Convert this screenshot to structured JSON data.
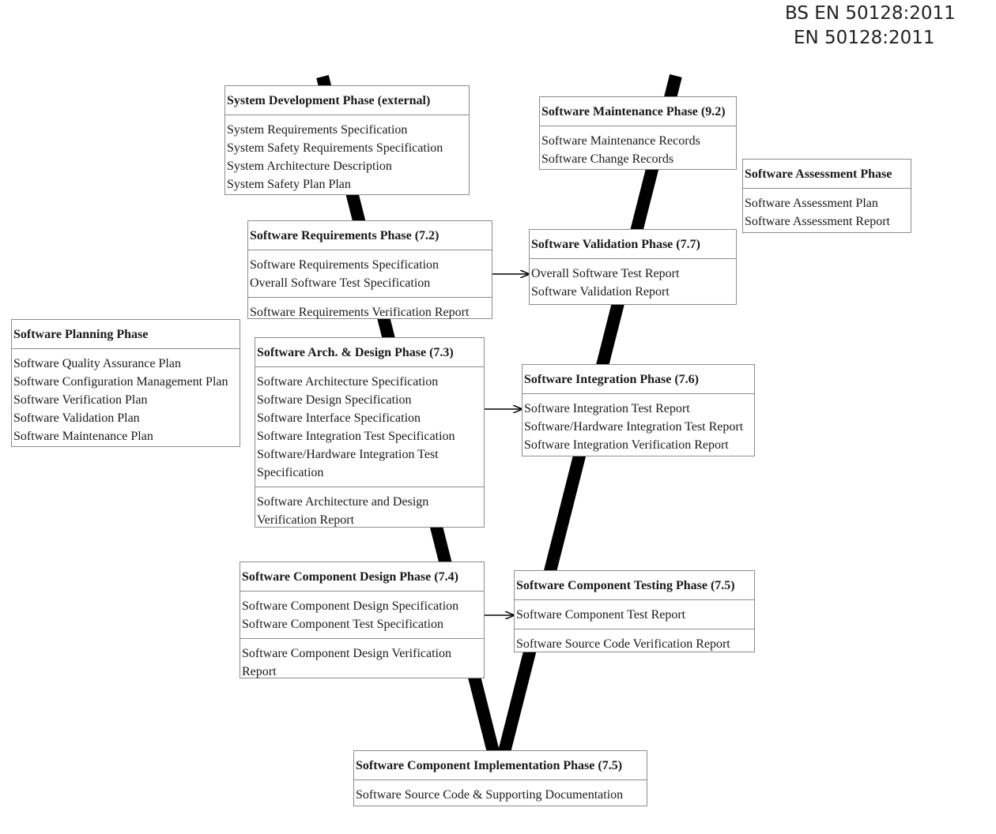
{
  "standard": {
    "line1": "BS EN 50128:2011",
    "line2": "EN 50128:2011"
  },
  "phases": {
    "system_development": {
      "title": "System Development Phase (external)",
      "sections": [
        [
          "System Requirements Specification",
          "System Safety Requirements Specification",
          "System Architecture Description",
          "System Safety Plan Plan"
        ]
      ]
    },
    "software_requirements": {
      "title": "Software Requirements Phase (7.2)",
      "sections": [
        [
          "Software Requirements Specification",
          "Overall Software Test Specification"
        ],
        [
          "Software Requirements Verification Report"
        ]
      ]
    },
    "software_planning": {
      "title": "Software Planning Phase",
      "sections": [
        [
          "Software Quality Assurance Plan",
          "Software Configuration Management Plan",
          "Software Verification Plan",
          "Software Validation Plan",
          "Software Maintenance Plan"
        ]
      ]
    },
    "software_arch_design": {
      "title": "Software Arch. & Design Phase (7.3)",
      "sections": [
        [
          "Software Architecture Specification",
          "Software Design Specification",
          "Software Interface Specification",
          "Software Integration Test Specification",
          "Software/Hardware Integration Test Specification"
        ],
        [
          "Software Architecture and  Design Verification Report"
        ]
      ]
    },
    "software_component_design": {
      "title": "Software Component Design Phase (7.4)",
      "sections": [
        [
          "Software Component Design Specification",
          "Software Component Test Specification"
        ],
        [
          "Software Component  Design Verification Report"
        ]
      ]
    },
    "software_component_implementation": {
      "title": "Software Component Implementation Phase (7.5)",
      "sections": [
        [
          "Software Source Code & Supporting Documentation"
        ]
      ]
    },
    "software_maintenance": {
      "title": "Software Maintenance Phase (9.2)",
      "sections": [
        [
          "Software Maintenance Records",
          "Software Change Records"
        ]
      ]
    },
    "software_assessment": {
      "title": "Software Assessment Phase",
      "sections": [
        [
          "Software Assessment Plan",
          "Software Assessment Report"
        ]
      ]
    },
    "software_validation": {
      "title": "Software Validation Phase (7.7)",
      "sections": [
        [
          "Overall Software Test Report",
          "Software Validation Report"
        ]
      ]
    },
    "software_integration": {
      "title": "Software Integration Phase (7.6)",
      "sections": [
        [
          "Software Integration Test Report",
          "Software/Hardware Integration Test Report",
          "Software Integration Verification Report"
        ]
      ]
    },
    "software_component_testing": {
      "title": "Software Component Testing Phase (7.5)",
      "sections": [
        [
          "Software Component Test Report"
        ],
        [
          "Software Source Code Verification Report"
        ]
      ]
    }
  },
  "colors": {
    "v_line": "#000000",
    "box_border": "#8c8c8c",
    "arrow": "#000000"
  }
}
